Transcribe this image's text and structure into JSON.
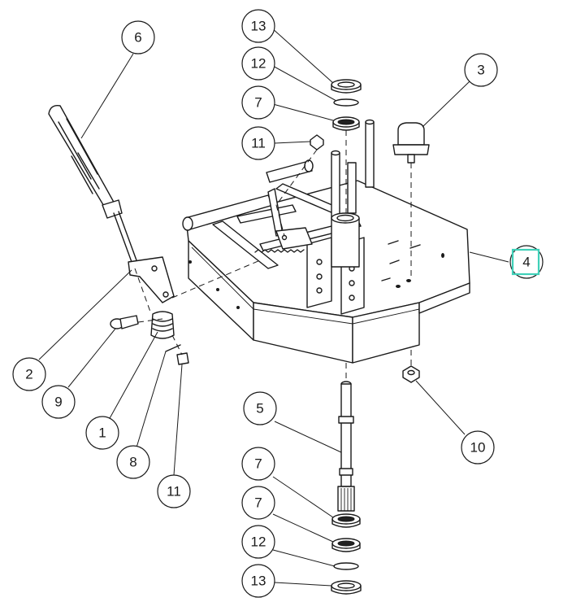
{
  "callouts": [
    {
      "id": "c13a",
      "label": "13"
    },
    {
      "id": "c12a",
      "label": "12"
    },
    {
      "id": "c7a",
      "label": "7"
    },
    {
      "id": "c11a",
      "label": "11"
    },
    {
      "id": "c6",
      "label": "6"
    },
    {
      "id": "c3",
      "label": "3"
    },
    {
      "id": "c4",
      "label": "4"
    },
    {
      "id": "c2",
      "label": "2"
    },
    {
      "id": "c9",
      "label": "9"
    },
    {
      "id": "c1",
      "label": "1"
    },
    {
      "id": "c8",
      "label": "8"
    },
    {
      "id": "c11b",
      "label": "11"
    },
    {
      "id": "c5",
      "label": "5"
    },
    {
      "id": "c10",
      "label": "10"
    },
    {
      "id": "c7b",
      "label": "7"
    },
    {
      "id": "c7c",
      "label": "7"
    },
    {
      "id": "c12b",
      "label": "12"
    },
    {
      "id": "c13b",
      "label": "13"
    }
  ],
  "selected_callout": "4",
  "colors": {
    "line": "#1a1a1a",
    "highlight": "#3fd0b8",
    "background": "#ffffff"
  }
}
